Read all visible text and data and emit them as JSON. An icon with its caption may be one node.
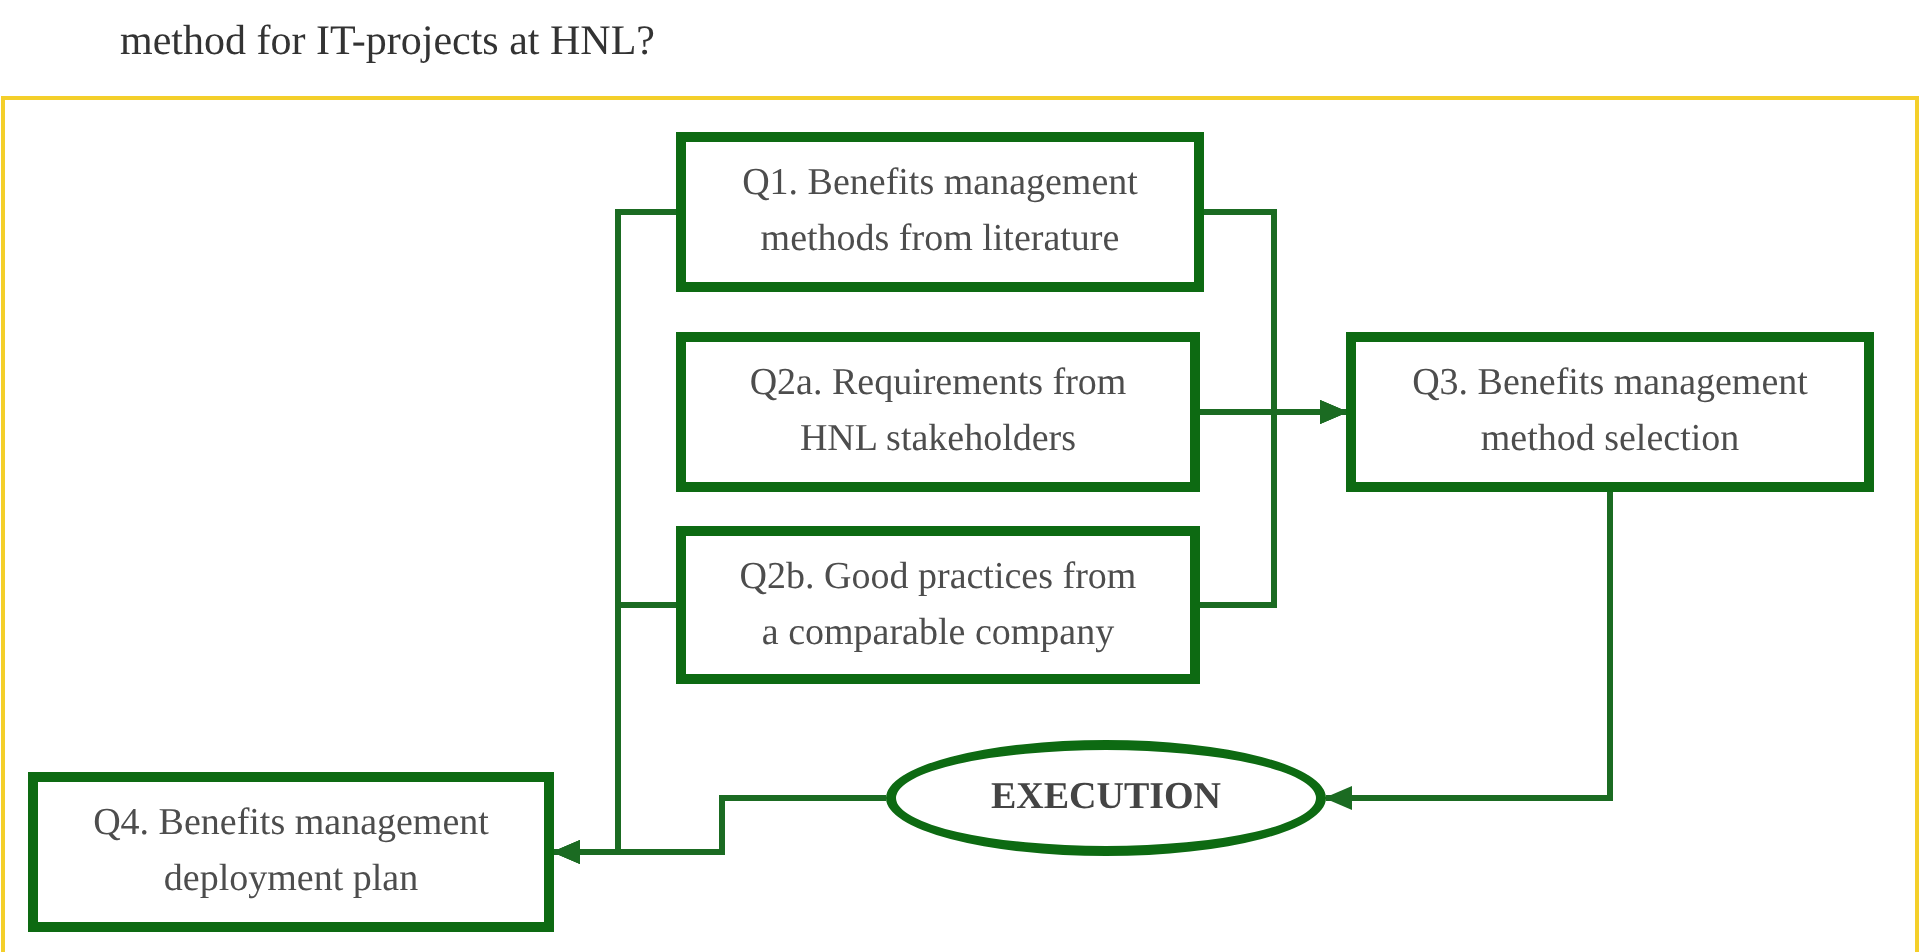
{
  "diagram": {
    "nodes": [
      {
        "text": [
          "Q1. Benefits management methods from literature"
        ]
      },
      {
        "text": [
          "Q2a. Requirements from HNL stakeholders"
        ]
      },
      {
        "text": [
          "Q2b. Good practices from a comparable company"
        ]
      },
      {
        "text": [
          "Q3. Benefits management method selection"
        ]
      },
      {
        "text": [
          "EXECUTION"
        ]
      },
      {
        "text": [
          "Q4. Benefits management deployment plan"
        ]
      }
    ],
    "edges": [
      {
        "from": 0,
        "to": 3,
        "arrow": "to"
      },
      {
        "from": 1,
        "to": 3,
        "arrow": "to"
      },
      {
        "from": 2,
        "to": 3,
        "arrow": "to"
      },
      {
        "from": 0,
        "to": 5,
        "arrow": "to"
      },
      {
        "from": 2,
        "to": 5,
        "arrow": "to"
      },
      {
        "from": 3,
        "to": 4,
        "arrow": "to"
      },
      {
        "from": 4,
        "to": 5,
        "arrow": "to"
      }
    ],
    "labels": [
      "method for IT-projects at HNL?"
    ]
  }
}
